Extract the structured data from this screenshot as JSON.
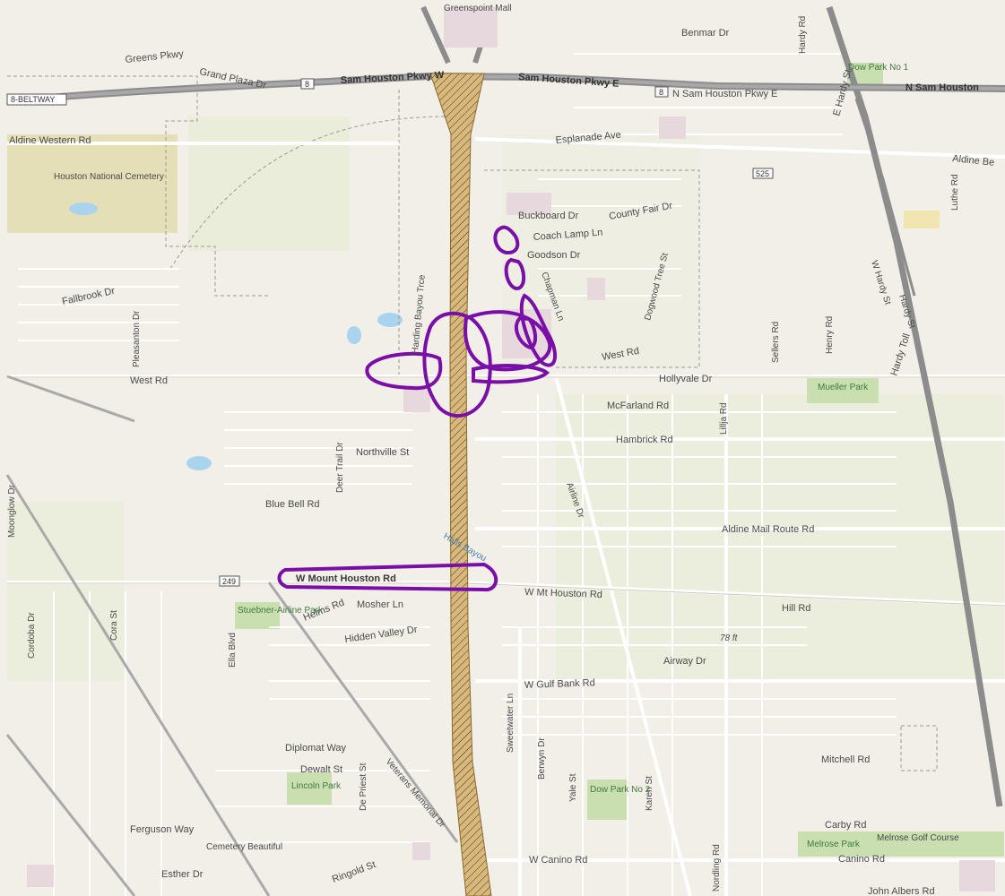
{
  "map": {
    "roads": {
      "greens_pkwy": "Greens Pkwy",
      "grand_plaza": "Grand Plaza Dr",
      "sam_houston_w": "Sam Houston Pkwy W",
      "sam_houston_e": "Sam Houston Pkwy E",
      "n_sam_houston_e": "N Sam Houston Pkwy E",
      "n_sam_houston": "N Sam Houston",
      "beltway": "8-BELTWAY",
      "benmar": "Benmar Dr",
      "esplanade": "Esplanade Ave",
      "aldine_western": "Aldine Western Rd",
      "aldine_be": "Aldine Be",
      "buckboard": "Buckboard Dr",
      "county_fair": "County Fair Dr",
      "coach_lamp": "Coach Lamp Ln",
      "goodson": "Goodson Dr",
      "chapman": "Chapman Ln",
      "dogwood": "Dogwood Tree St",
      "fallbrook": "Fallbrook Dr",
      "pleasanton": "Pleasanton Dr",
      "west_rd_w": "West Rd",
      "west_rd_e": "West Rd",
      "hollyvale": "Hollyvale Dr",
      "mcfarland": "McFarland Rd",
      "hambrick": "Hambrick Rd",
      "northville": "Northville St",
      "deer_trail": "Deer Trail Dr",
      "blue_bell": "Blue Bell Rd",
      "airline": "Airline Dr",
      "aldine_mail": "Aldine Mail Route Rd",
      "w_mt_houston": "W Mt Houston Rd",
      "mosher": "Mosher Ln",
      "helms": "Helms Rd",
      "hidden_valley": "Hidden Valley Dr",
      "hill": "Hill Rd",
      "airway": "Airway Dr",
      "w_gulf_bank": "W Gulf Bank Rd",
      "diplomat": "Diplomat Way",
      "dewalt": "Dewalt St",
      "mitchell": "Mitchell Rd",
      "ferguson": "Ferguson Way",
      "esther": "Esther Dr",
      "ringold": "Ringold St",
      "w_canino": "W Canino Rd",
      "canino": "Canino Rd",
      "carby": "Carby Rd",
      "john_albers": "John Albers Rd",
      "moonglow": "Moonglow Dr",
      "cordoba": "Cordoba Dr",
      "cora": "Cora St",
      "ella": "Ella Blvd",
      "de_priest": "De Priest St",
      "sweetwater": "Sweetwater Ln",
      "berwyn": "Berwyn Dr",
      "yale": "Yale St",
      "karen": "Karen St",
      "nordling": "Nordling Rd",
      "lillja": "Lillja Rd",
      "sellers": "Sellers Rd",
      "henry": "Henry Rd",
      "luthe": "Luthe Rd",
      "hardy_rd": "Hardy Rd",
      "e_hardy": "E Hardy St",
      "w_hardy": "W Hardy St",
      "hardy_toll": "Hardy Toll",
      "hardy_st": "Hardy St",
      "veterans": "Veterans Memorial Dr",
      "harding_bayou": "Harding Bayou Trce",
      "bayou": "Halls Bayou"
    },
    "places": {
      "greenspoint": "Greenspoint Mall",
      "national_cemetery": "Houston National Cemetery",
      "mueller_park": "Mueller Park",
      "stuebner_park": "Stuebner-Airline Park",
      "lincoln_park": "Lincoln Park",
      "cemetery_beautiful": "Cemetery Beautiful",
      "dow_park_1": "Dow Park No 1",
      "dow_park_2": "Dow Park No 2",
      "melrose_park": "Melrose Park",
      "melrose_golf": "Melrose Golf Course"
    },
    "elevations": {
      "e1": "78 ft"
    },
    "shields": {
      "s8a": "8",
      "s8b": "8",
      "s525": "525",
      "s249": "249"
    },
    "annotation": {
      "label": "W Mount Houston Rd",
      "color": "#7a0fa8"
    },
    "colors": {
      "base": "#f2efe9",
      "green": "#dfe8c9",
      "park": "#c9dfb0",
      "highway": "#8c8c8c",
      "corridor": "#d9b87a",
      "water": "#aad3ee"
    }
  }
}
